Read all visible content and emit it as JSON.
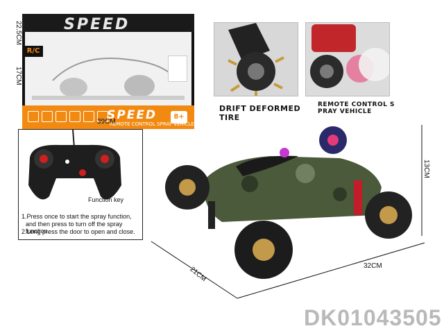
{
  "box": {
    "brand": "SPEED",
    "brand_bottom": "SPEED",
    "sub_title": "REMOTE CONTROL SPRAY VEHICLE",
    "rc_badge": "R/C",
    "age": "8+"
  },
  "dimensions": {
    "box_height": "22.5CM",
    "box_depth": "17CM",
    "box_width": "39CM",
    "car_height": "13CM",
    "car_width": "21CM",
    "car_length": "32CM"
  },
  "features": [
    {
      "caption_line1": "DRIFT DEFORMED",
      "caption_line2": "TIRE"
    },
    {
      "caption_line1": "REMOTE CONTROL S",
      "caption_line2": "PRAY VEHICLE"
    }
  ],
  "remote": {
    "function_key": "Function key",
    "instruction_1a": "1.Press once to start the spray function,",
    "instruction_1b": "and then press to turn off the spray function.",
    "instruction_2": "2.Long press the door to open and close."
  },
  "product_code": "DK01043505",
  "colors": {
    "box_orange": "#f28a12",
    "box_black": "#1a1a1a",
    "watermark": "#b9b9b9"
  }
}
